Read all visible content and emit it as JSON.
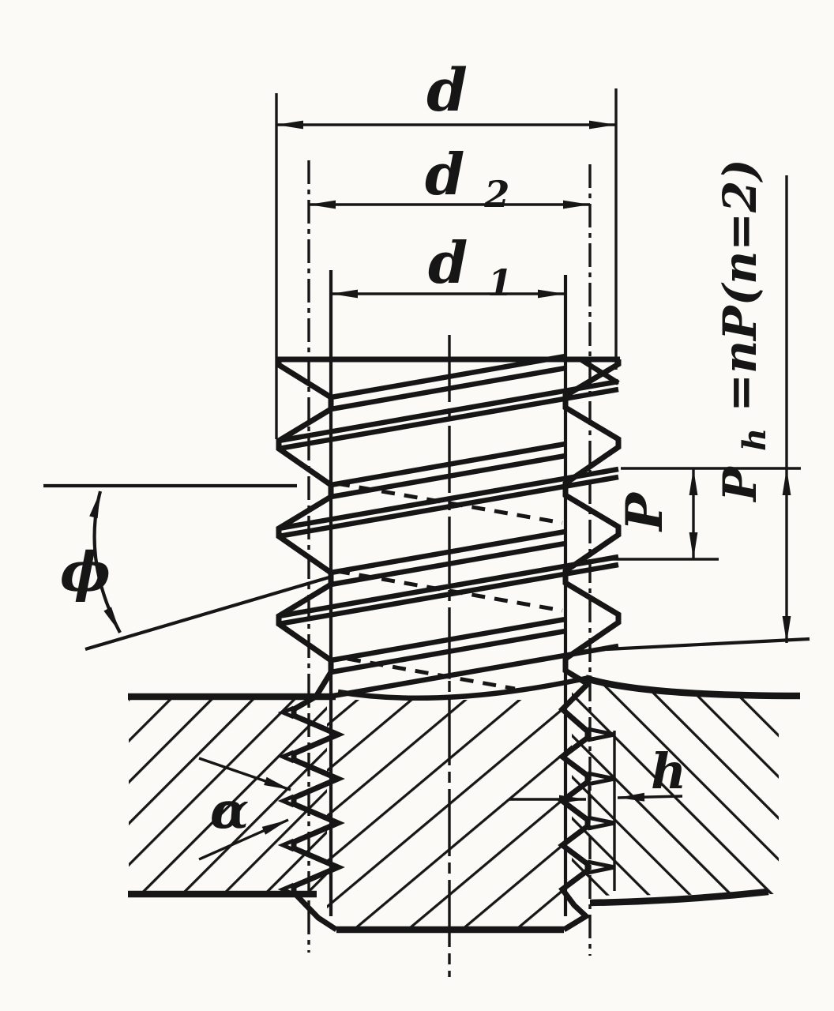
{
  "figure": {
    "kind": "screw-thread-parameters-engineering-diagram",
    "ink_color": "#161616",
    "paper_color": "#fbfaf7",
    "labels": {
      "major_diameter": "d",
      "pitch_diameter": {
        "main": "d",
        "sub": "2"
      },
      "minor_diameter": {
        "main": "d",
        "sub": "1"
      },
      "pitch": "P",
      "lead": {
        "main": "P",
        "sub": "h",
        "formula": "=nP(n=2)"
      },
      "helix_angle": "ϕ",
      "thread_angle": "α",
      "working_height": "h"
    }
  }
}
